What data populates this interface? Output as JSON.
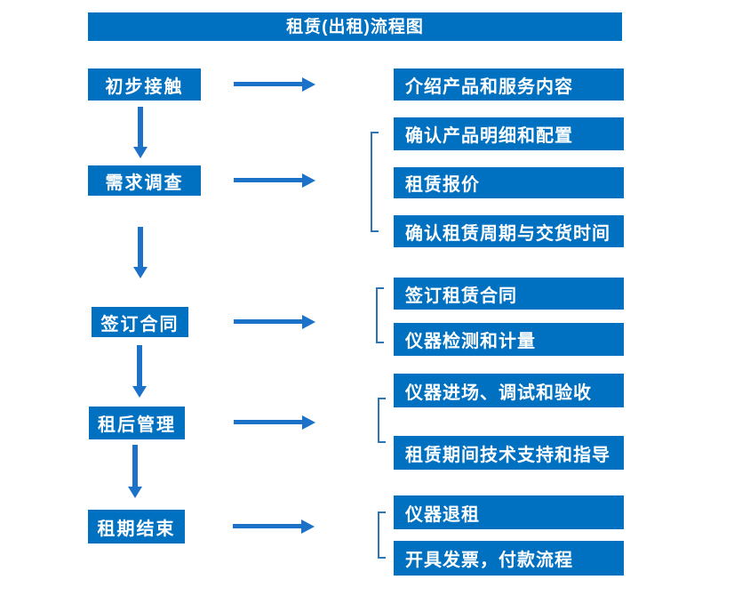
{
  "title": "租赁(出租)流程图",
  "steps": [
    {
      "label": "初步接触",
      "outputs": [
        "介绍产品和服务内容"
      ]
    },
    {
      "label": "需求调查",
      "outputs": [
        "确认产品明细和配置",
        "租赁报价",
        "确认租赁周期与交货时间"
      ]
    },
    {
      "label": "签订合同",
      "outputs": [
        "签订租赁合同",
        "仪器检测和计量"
      ]
    },
    {
      "label": "租后管理",
      "outputs": [
        "仪器进场、调试和验收",
        "租赁期间技术支持和指导"
      ]
    },
    {
      "label": "租期结束",
      "outputs": [
        "仪器退租",
        "开具发票，付款流程"
      ]
    }
  ],
  "colors": {
    "box_fill": "#0070c0",
    "arrow": "#1b72c8",
    "bracket": "#2e75b6",
    "text_on_box": "#ffffff",
    "background": "#ffffff"
  }
}
